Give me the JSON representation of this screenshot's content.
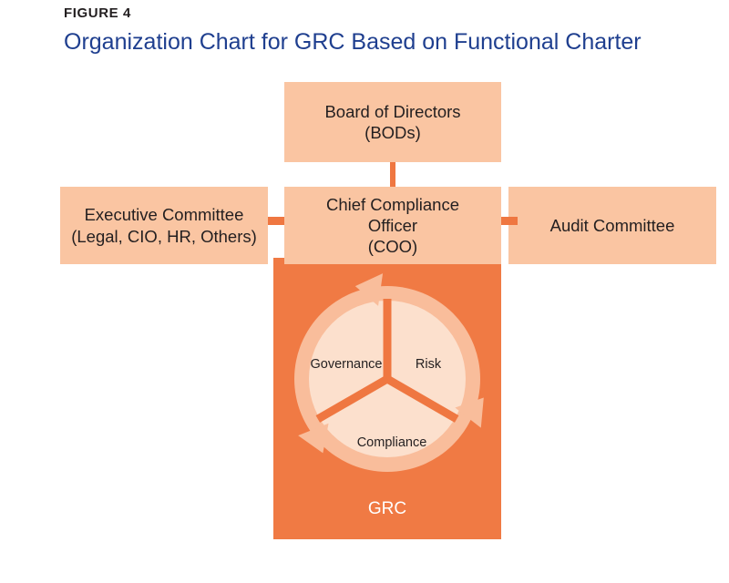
{
  "header": {
    "figure_label": "FIGURE 4",
    "title": "Organization Chart for GRC Based on Functional Charter"
  },
  "colors": {
    "title_blue": "#1f3f8f",
    "box_fill": "#fac5a2",
    "panel_orange": "#f07a44",
    "connector_orange": "#ef7741",
    "segment_fill": "#fce0cd",
    "ring_fill": "#f9bd9b",
    "text_dark": "#231f20",
    "caption_white": "#ffffff"
  },
  "org_chart": {
    "boxes": [
      {
        "id": "bod",
        "lines": [
          "Board of Directors",
          "(BODs)"
        ]
      },
      {
        "id": "exec",
        "lines": [
          "Executive Committee",
          "(Legal, CIO, HR, Others)"
        ]
      },
      {
        "id": "coo",
        "lines": [
          "Chief Compliance",
          "Officer",
          "(COO)"
        ]
      },
      {
        "id": "audit",
        "lines": [
          "Audit Committee"
        ]
      }
    ]
  },
  "grc_wheel": {
    "caption": "GRC",
    "segments": [
      {
        "name": "Governance",
        "label": "Governance"
      },
      {
        "name": "Risk",
        "label": "Risk"
      },
      {
        "name": "Compliance",
        "label": "Compliance"
      }
    ]
  }
}
